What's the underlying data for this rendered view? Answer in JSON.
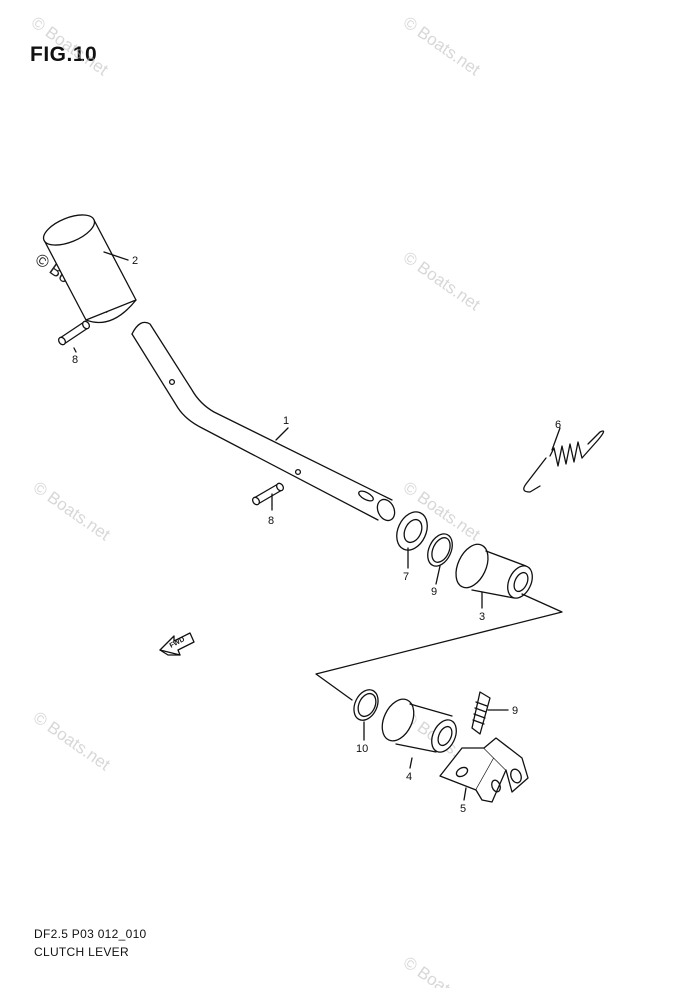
{
  "figure": {
    "title": "FIG.10",
    "code": "DF2.5 P03 012_010",
    "name": "CLUTCH LEVER"
  },
  "watermark": {
    "text": "© Boats.net"
  },
  "callouts": {
    "c1": "1",
    "c2": "2",
    "c3": "3",
    "c4": "4",
    "c5": "5",
    "c6": "6",
    "c7": "7",
    "c8a": "8",
    "c8b": "8",
    "c9a": "9",
    "c9b": "9",
    "c10": "10"
  },
  "fwd_arrow": {
    "label": "FWD"
  },
  "colors": {
    "line": "#111111",
    "watermark": "#b8b8b8",
    "background": "#ffffff"
  }
}
